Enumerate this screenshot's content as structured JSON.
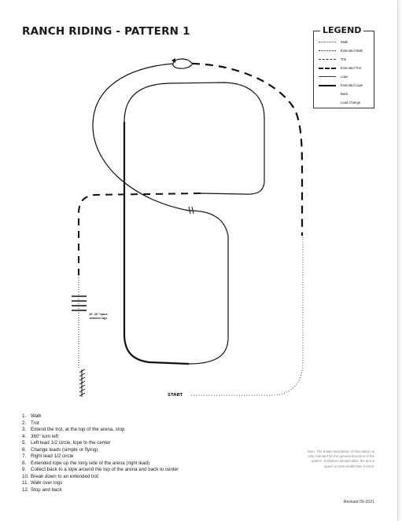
{
  "title": "RANCH RIDING - PATTERN 1",
  "legend": {
    "title": "LEGEND",
    "items": [
      {
        "label": "Walk",
        "style": "walk"
      },
      {
        "label": "Extended Walk",
        "style": "extended-walk"
      },
      {
        "label": "Trot",
        "style": "trot"
      },
      {
        "label": "Extended Trot",
        "style": "extended-trot"
      },
      {
        "label": "Lope",
        "style": "lope"
      },
      {
        "label": "Extended Lope",
        "style": "extended-lope"
      },
      {
        "label": "Back",
        "style": "back"
      },
      {
        "label": "Lead Change",
        "style": "lead-change"
      }
    ]
  },
  "pattern": {
    "start_label": "START",
    "log_spacing_note": "20\"-30\" space between logs"
  },
  "steps": [
    {
      "num": "1.",
      "text": "Walk"
    },
    {
      "num": "2.",
      "text": "Trot"
    },
    {
      "num": "3.",
      "text": "Extend the trot, at the top of the arena, stop"
    },
    {
      "num": "4.",
      "text": "360° turn left"
    },
    {
      "num": "5.",
      "text": "Left lead 1/2 circle, lope to the center"
    },
    {
      "num": "6.",
      "text": "Change leads (simple or flying)"
    },
    {
      "num": "7.",
      "text": "Right lead 1/2 circle"
    },
    {
      "num": "8.",
      "text": "Extended lope up the long side of the arena (right lead)"
    },
    {
      "num": "9.",
      "text": "Collect back to a lope around the top of the arena and back to center"
    },
    {
      "num": "10.",
      "text": "Break down to an extended trot"
    },
    {
      "num": "11.",
      "text": "Walk over logs"
    },
    {
      "num": "12.",
      "text": "Stop and back"
    }
  ],
  "note": "Note: The drawn description of this pattern is only intended for the general depiction of the pattern. Exhibitors should utilize the arena space to best exhibit their horses.",
  "revised": "Revised 05-2021"
}
